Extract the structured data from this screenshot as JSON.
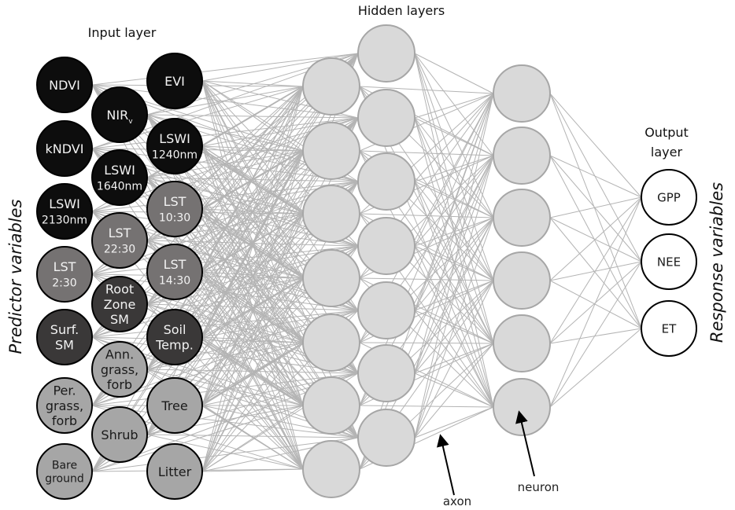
{
  "titles": {
    "input_layer": "Input layer",
    "hidden_layers": "Hidden layers",
    "output_layer_line1": "Output",
    "output_layer_line2": "layer",
    "predictor_variables": "Predictor variables",
    "response_variables": "Response variables"
  },
  "annotations": {
    "axon": "axon",
    "neuron": "neuron"
  },
  "colors": {
    "spectral": "#0d0d0d",
    "temperature": "#757272",
    "moisture": "#3a3838",
    "cover": "#a6a6a6",
    "hidden_fill": "#d9d9d9",
    "hidden_stroke": "#a6a6a6",
    "output_fill": "#ffffff",
    "edge": "#b4b4b4"
  },
  "input_nodes": [
    {
      "id": "ndvi",
      "lines": [
        "NDVI"
      ],
      "group": "spectral"
    },
    {
      "id": "nirv",
      "lines": [
        "NIR",
        ""
      ],
      "sub": "v",
      "group": "spectral"
    },
    {
      "id": "evi",
      "lines": [
        "EVI"
      ],
      "group": "spectral"
    },
    {
      "id": "kndvi",
      "lines": [
        "kNDVI"
      ],
      "group": "spectral"
    },
    {
      "id": "lswi-1240",
      "lines": [
        "LSWI",
        "1240nm"
      ],
      "group": "spectral"
    },
    {
      "id": "lswi-1640",
      "lines": [
        "LSWI",
        "1640nm"
      ],
      "group": "spectral"
    },
    {
      "id": "lswi-2130",
      "lines": [
        "LSWI",
        "2130nm"
      ],
      "group": "spectral"
    },
    {
      "id": "lst-1030",
      "lines": [
        "LST",
        "10:30"
      ],
      "group": "temperature"
    },
    {
      "id": "lst-2230",
      "lines": [
        "LST",
        "22:30"
      ],
      "group": "temperature"
    },
    {
      "id": "lst-230",
      "lines": [
        "LST",
        "2:30"
      ],
      "group": "temperature"
    },
    {
      "id": "lst-1430",
      "lines": [
        "LST",
        "14:30"
      ],
      "group": "temperature"
    },
    {
      "id": "root-zone-sm",
      "lines": [
        "Root",
        "Zone",
        "SM"
      ],
      "group": "moisture"
    },
    {
      "id": "surf-sm",
      "lines": [
        "Surf.",
        "SM"
      ],
      "group": "moisture"
    },
    {
      "id": "soil-temp",
      "lines": [
        "Soil",
        "Temp."
      ],
      "group": "moisture"
    },
    {
      "id": "ann-grass-forb",
      "lines": [
        "Ann.",
        "grass,",
        "forb"
      ],
      "group": "cover"
    },
    {
      "id": "per-grass-forb",
      "lines": [
        "Per.",
        "grass,",
        "forb"
      ],
      "group": "cover"
    },
    {
      "id": "tree",
      "lines": [
        "Tree"
      ],
      "group": "cover"
    },
    {
      "id": "shrub",
      "lines": [
        "Shrub"
      ],
      "group": "cover"
    },
    {
      "id": "bare-ground",
      "lines": [
        "Bare",
        "ground"
      ],
      "group": "cover"
    },
    {
      "id": "litter",
      "lines": [
        "Litter"
      ],
      "group": "cover"
    }
  ],
  "hidden_layers": [
    {
      "name": "hidden-layer-1",
      "neurons": 14
    },
    {
      "name": "hidden-layer-2",
      "neurons": 6
    }
  ],
  "output_nodes": [
    {
      "id": "gpp",
      "label": "GPP"
    },
    {
      "id": "nee",
      "label": "NEE"
    },
    {
      "id": "et",
      "label": "ET"
    }
  ]
}
